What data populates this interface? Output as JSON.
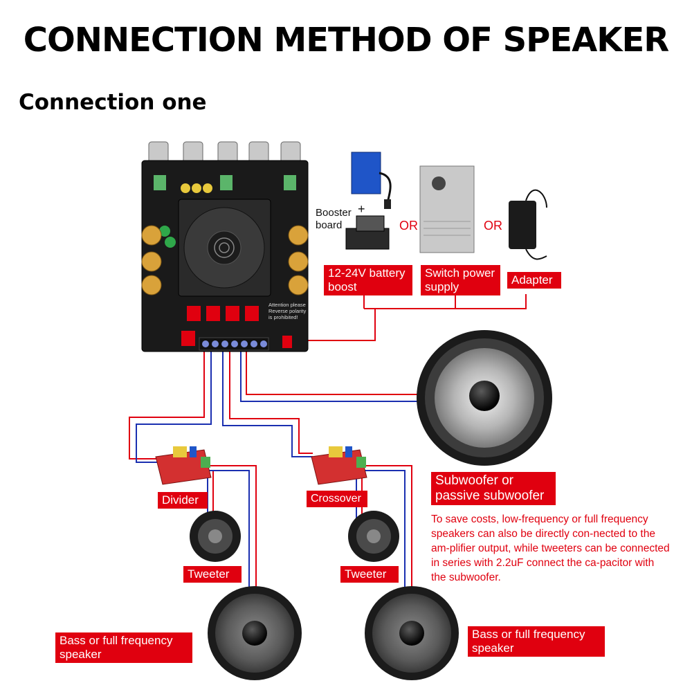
{
  "title": "CONNECTION METHOD OF SPEAKER",
  "section": "Connection one",
  "power": {
    "booster_label": "Booster\nboard",
    "plus_sign": "+",
    "or_1": "OR",
    "or_2": "OR",
    "battery_label": "12-24V battery\nboost",
    "switch_label": "Switch power\nsupply",
    "adapter_label": "Adapter"
  },
  "board": {
    "warning_text": "Attention please\nReverse polarity\nis prohibited!"
  },
  "outputs": {
    "subwoofer_label": "Subwoofer or\npassive subwoofer",
    "note": "To save costs, low-frequency or full frequency speakers can also be directly con-nected to the am-plifier output, while tweeters can be connected in series with 2.2uF connect the ca-pacitor with the subwoofer.",
    "divider_label": "Divider",
    "crossover_label": "Crossover",
    "tweeter_left_label": "Tweeter",
    "tweeter_right_label": "Tweeter",
    "bass_left_label": "Bass or full frequency\nspeaker",
    "bass_right_label": "Bass or full frequency\nspeaker"
  },
  "colors": {
    "accent": "#e0000f",
    "wire_red": "#e0000f",
    "wire_blue": "#1a2fb0",
    "board": "#1a1a1a"
  }
}
